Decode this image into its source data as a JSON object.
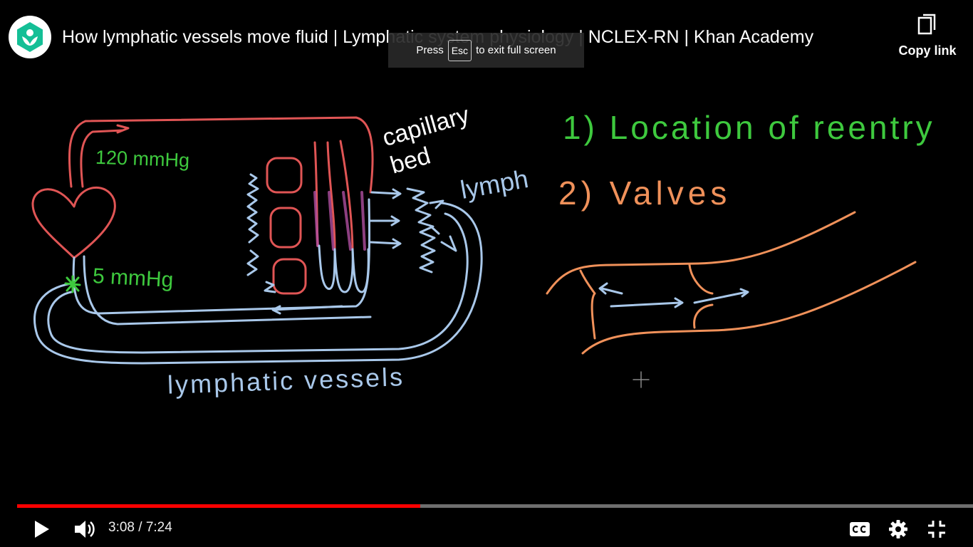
{
  "player": {
    "title": "How lymphatic vessels move fluid | Lymphatic system physiology | NCLEX-RN | Khan Academy",
    "copy_link_label": "Copy link",
    "fullscreen_toast": {
      "press": "Press",
      "key": "Esc",
      "suffix": "to exit full screen"
    },
    "current_time": "3:08",
    "separator": "/",
    "duration": "7:24",
    "progress_played": 0.4216,
    "icons": [
      "khan-academy-logo",
      "copy-icon",
      "play-icon",
      "volume-icon",
      "captions-icon",
      "settings-icon",
      "exit-fullscreen-icon"
    ]
  },
  "blackboard": {
    "pressure_high": "120 mmHg",
    "pressure_low": "5 mmHg",
    "capillary_label": "capillary bed",
    "lymph_label": "lymph",
    "lymphatic_label": "lymphatic vessels",
    "point_1": "1) Location of reentry",
    "point_2": "2) Valves",
    "colors": {
      "arterial": "#e05555",
      "lymph": "#a9c8ea",
      "green": "#3ec93e",
      "orange": "#f0915a",
      "purple": "#b04fa0"
    }
  }
}
